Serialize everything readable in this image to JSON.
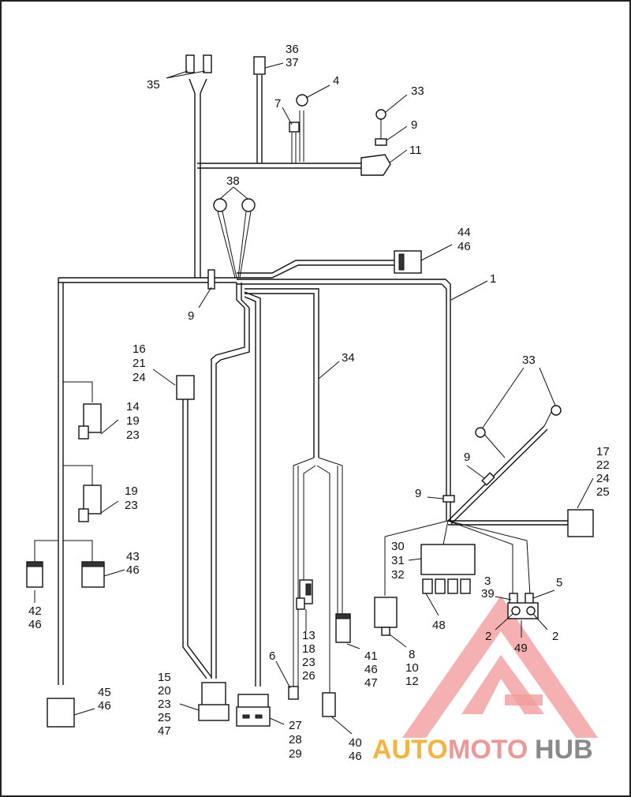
{
  "callouts": {
    "c35": "35",
    "c36": "36",
    "c37": "37",
    "c4": "4",
    "c33a": "33",
    "c7": "7",
    "c9a": "9",
    "c11": "11",
    "c38": "38",
    "c44": "44",
    "c46a": "46",
    "c1": "1",
    "c9b": "9",
    "c16": "16",
    "c21": "21",
    "c24a": "24",
    "c34": "34",
    "c33b": "33",
    "c14": "14",
    "c19a": "19",
    "c23a": "23",
    "c9c": "9",
    "c17": "17",
    "c22": "22",
    "c24b": "24",
    "c25a": "25",
    "c19b": "19",
    "c23b": "23",
    "c9d": "9",
    "c30": "30",
    "c31": "31",
    "c32": "32",
    "c43": "43",
    "c46b": "46",
    "c3": "3",
    "c39": "39",
    "c5": "5",
    "c42": "42",
    "c46c": "46",
    "c48": "48",
    "c2a": "2",
    "c2b": "2",
    "c49": "49",
    "c13": "13",
    "c18": "18",
    "c23c": "23",
    "c26": "26",
    "c41": "41",
    "c46d": "46",
    "c47a": "47",
    "c8": "8",
    "c10": "10",
    "c12": "12",
    "c6": "6",
    "c15": "15",
    "c20": "20",
    "c23d": "23",
    "c25b": "25",
    "c47b": "47",
    "c45": "45",
    "c46e": "46",
    "c27": "27",
    "c28": "28",
    "c29": "29",
    "c40": "40",
    "c46f": "46"
  },
  "watermark": {
    "auto": "AUTO",
    "moto": "MOTO",
    "hub": "HUB",
    "colors": {
      "auto": "#f5b342",
      "moto": "#ec9898",
      "hub": "#8a8a8a",
      "triangle": "#f29b9b"
    }
  }
}
